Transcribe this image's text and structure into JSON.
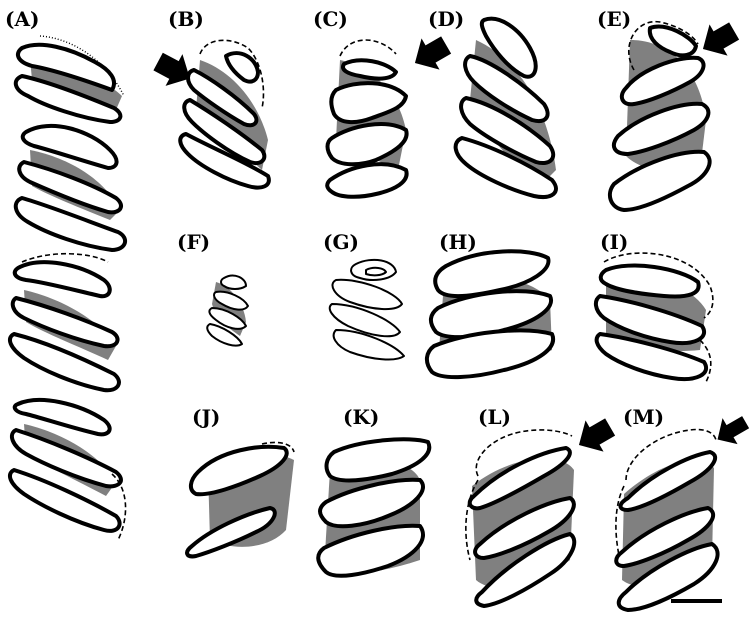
{
  "panels": [
    {
      "key": "A",
      "label": "(A)"
    },
    {
      "key": "B",
      "label": "(B)"
    },
    {
      "key": "C",
      "label": "(C)"
    },
    {
      "key": "D",
      "label": "(D)"
    },
    {
      "key": "E",
      "label": "(E)"
    },
    {
      "key": "F",
      "label": "(F)"
    },
    {
      "key": "G",
      "label": "(G)"
    },
    {
      "key": "H",
      "label": "(H)"
    },
    {
      "key": "I",
      "label": "(I)"
    },
    {
      "key": "J",
      "label": "(J)"
    },
    {
      "key": "K",
      "label": "(K)"
    },
    {
      "key": "L",
      "label": "(L)"
    },
    {
      "key": "M",
      "label": "(M)"
    }
  ],
  "colors": {
    "fill_shaded": "#808080",
    "outline": "#000000",
    "background": "#ffffff"
  },
  "arrows_on_panels": [
    "B",
    "C",
    "E",
    "L",
    "M"
  ]
}
